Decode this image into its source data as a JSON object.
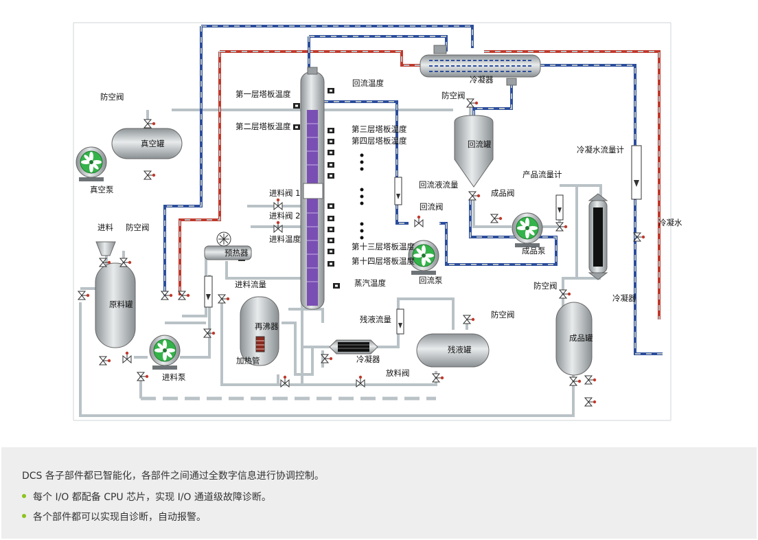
{
  "labels": {
    "vent_valve_vacuum": "防空阀",
    "vacuum_tank": "真空罐",
    "vacuum_pump": "真空泵",
    "tray1_temp": "第一层塔板温度",
    "tray2_temp": "第二层塔板温度",
    "tray3_temp": "第三层塔板温度",
    "tray4_temp": "第四层塔板温度",
    "tray13_temp": "第十三层塔板温度",
    "tray14_temp": "第十四层塔板温度",
    "reflux_temp": "回流温度",
    "condenser_top": "冷凝器",
    "vent_valve_reflux": "防空阀",
    "reflux_tank": "回流罐",
    "reflux_flow": "回流液流量",
    "reflux_valve": "回流阀",
    "reflux_pump": "回流泵",
    "product_valve": "成品阀",
    "product_flowmeter": "产品流量计",
    "product_pump": "成品泵",
    "coolant_flowmeter": "冷凝水流量计",
    "coolant": "冷凝水",
    "condenser_right": "冷凝器",
    "vent_valve_product": "防空阀",
    "product_tank": "成品罐",
    "feed": "进料",
    "vent_valve_raw": "防空阀",
    "raw_tank": "原料罐",
    "feed_pump": "进料泵",
    "preheater": "预热器",
    "feed_valve1": "进料阀 1",
    "feed_valve2": "进料阀 2",
    "feed_temp": "进料温度",
    "feed_flow": "进料流量",
    "reboiler": "再沸器",
    "heater_tube": "加热管",
    "steam_temp": "蒸汽温度",
    "residue_flow": "残液流量",
    "condenser_bottom": "冷凝器",
    "residue_tank": "残液罐",
    "discharge_valve": "放料阀",
    "vent_valve_residue": "防空阀"
  },
  "icons": [
    "pump-icon",
    "valve-icon",
    "gauge-icon",
    "sensor-icon",
    "flowmeter-icon"
  ],
  "colors": {
    "hot_line": "#c0392b",
    "cold_line": "#2b4d9c",
    "pipe": "#b9c2c6",
    "vessel": "#a9aeb1",
    "column_core": "#7a4fb3",
    "pump_green": "#34b34a",
    "bullet": "#8dc21f"
  },
  "note": {
    "line1": "DCS 各子部件都已智能化，各部件之间通过全数字信息进行协调控制。",
    "line2": "每个 I/O 都配备 CPU 芯片，实现 I/O 通道级故障诊断。",
    "line3": "各个部件都可以实现自诊断，自动报警。"
  }
}
